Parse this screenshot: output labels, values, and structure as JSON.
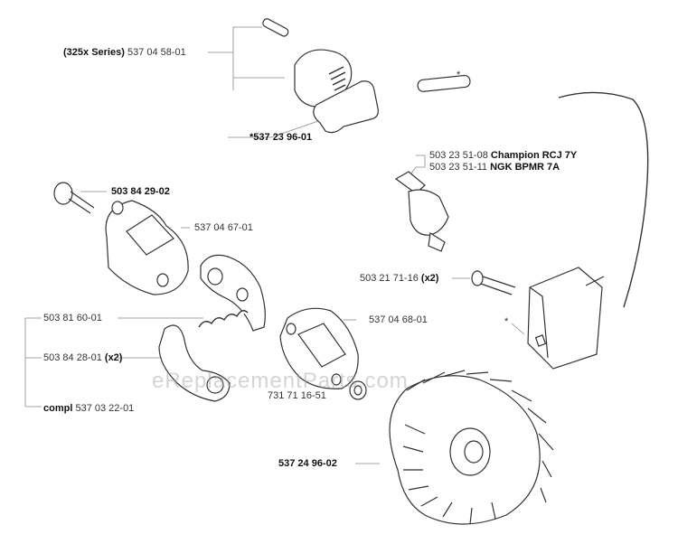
{
  "labels": {
    "p1_bold": "(325x Series)",
    "p1_num": "537 04 58-01",
    "p2": "*537 23 96-01",
    "p3_num": "503 23 51-08",
    "p3_bold": "Champion RCJ 7Y",
    "p4_num": "503 23 51-11",
    "p4_bold": "NGK BPMR 7A",
    "p5": "503 84 29-02",
    "p6": "537 04 67-01",
    "p7_num": "503 21 71-16",
    "p7_bold": "(x2)",
    "p8": "503 81 60-01",
    "p9_num": "503 84 28-01",
    "p9_bold": "(x2)",
    "p10": "537 04 68-01",
    "p11_bold": "compl",
    "p11_num": "537 03 22-01",
    "p12": "731 71 16-51",
    "p13": "537 24 96-02"
  },
  "asterisk": "*",
  "watermark": "eReplacementParts.com",
  "colors": {
    "line": "#333333",
    "leader": "#888888",
    "text": "#333333"
  }
}
